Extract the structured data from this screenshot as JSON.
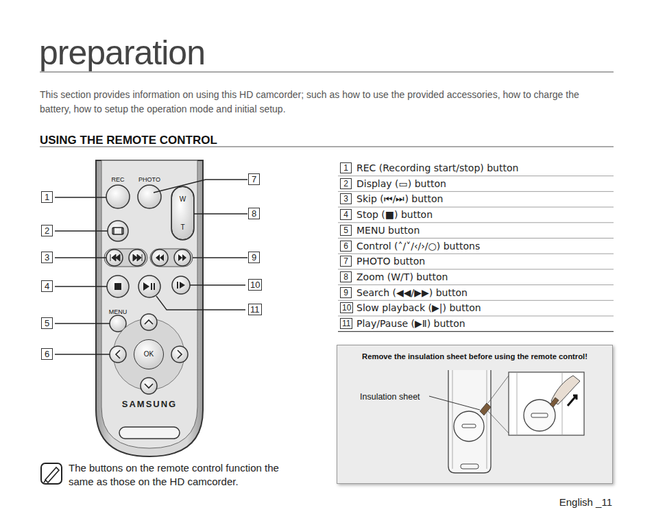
{
  "diagram": {
    "title": "preparation",
    "nodes": [
      {
        "text": [
          "W",
          "T"
        ]
      },
      {
        "text": [
          "OK"
        ]
      },
      {
        "text": [
          "Remove the insulation sheet before using the remote control!",
          "Insulation sheet"
        ]
      }
    ],
    "labels": [
      "This section provides information on using this HD camcorder; such as how to use the provided accessories, how to charge the battery, how to setup the operation mode and initial setup.",
      "USING THE REMOTE CONTROL",
      "REC",
      "PHOTO",
      "MENU",
      "SAMSUNG",
      "1",
      "2",
      "3",
      "4",
      "5",
      "6",
      "7",
      "8",
      "9",
      "10",
      "11",
      "1",
      "2",
      "3",
      "4",
      "5",
      "6",
      "7",
      "8",
      "9",
      "10",
      "11",
      "REC (Recording start/stop) button",
      "Display (▭) button",
      "Skip (⏮/⏭) button",
      "Stop (■) button",
      "MENU button",
      "Control (˄/˅/‹/›/○) buttons",
      "PHOTO button",
      "Zoom (W/T) button",
      "Search (◀◀/▶▶) button",
      "Slow playback (▶|) button",
      "Play/Pause (▶Ⅱ) button",
      "The buttons on the remote control function the same as those on the HD camcorder.",
      "English _11"
    ]
  }
}
